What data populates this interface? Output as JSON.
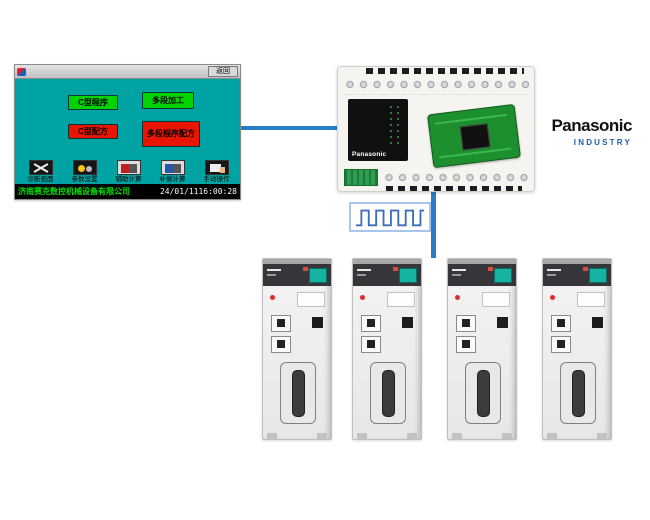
{
  "colors": {
    "connection_blue": "#2a7cc7",
    "hmi_teal": "#00a3a3",
    "button_green": "#00d400",
    "button_red": "#ea1500",
    "logo_blue": "#1b5fa8"
  },
  "hmi": {
    "titlebar": {
      "back_label": "返回"
    },
    "buttons": {
      "c_program": "C型程序",
      "multi_machining": "多段加工",
      "c_recipe": "C型配方",
      "multi_recipe": "多段程序配方"
    },
    "toolbar": [
      {
        "label": "诊断画面"
      },
      {
        "label": "参数设置"
      },
      {
        "label": "辅助计算"
      },
      {
        "label": "补偿计算"
      },
      {
        "label": "手动操作"
      }
    ],
    "statusbar": {
      "company": "济南赛克数控机械设备有限公司",
      "datetime": "24/01/1116:00:28"
    }
  },
  "plc": {
    "brand": "Panasonic"
  },
  "logo": {
    "brand": "Panasonic",
    "division": "INDUSTRY"
  }
}
